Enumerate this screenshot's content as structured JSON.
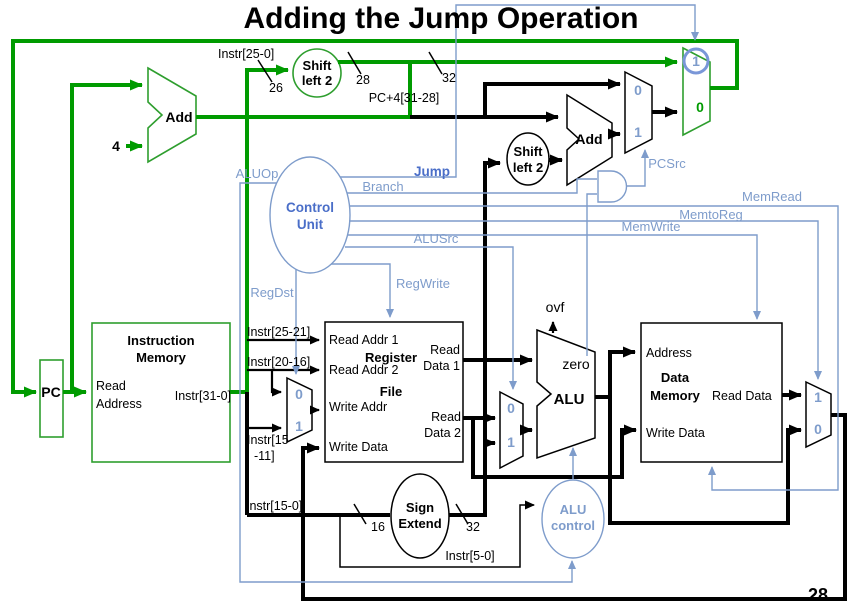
{
  "title": "Adding the Jump Operation",
  "page_number": "28",
  "colors": {
    "green": "#009b00",
    "blue_light": "#7e9ccb",
    "blue_bold": "#4a6ec8",
    "black": "#000000"
  },
  "mux": {
    "zero": "0",
    "one": "1"
  },
  "labels": {
    "instr_25_0": "Instr[25-0]",
    "w26": "26",
    "w28": "28",
    "w32_jump": "32",
    "pc4_31_28": "PC+4[31-28]",
    "shift_l1": "Shift",
    "shift_l2": "left 2",
    "add": "Add",
    "four": "4",
    "pc": "PC",
    "im_1": "Instruction",
    "im_2": "Memory",
    "read": "Read",
    "address": "Address",
    "instr_31_0": "Instr[31-0]",
    "instr_25_21": "Instr[25-21]",
    "instr_20_16": "Instr[20-16]",
    "instr_15_11a": "Instr[15",
    "instr_15_11b": "-11]",
    "instr_15_0": "Instr[15-0]",
    "w16": "16",
    "w32_se": "32",
    "instr_5_0": "Instr[5-0]",
    "sign": "Sign",
    "extend": "Extend",
    "rf_read_addr_1": "Read Addr 1",
    "rf_register": "Register",
    "rf_read": "Read",
    "rf_data_1": "Data 1",
    "rf_read_addr_2": "Read Addr 2",
    "rf_file": "File",
    "rf_write_addr": "Write Addr",
    "rf_data_2": "Data 2",
    "rf_write_data": "Write Data",
    "ovf": "ovf",
    "zero": "zero",
    "alu": "ALU",
    "alu_ctrl_1": "ALU",
    "alu_ctrl_2": "control",
    "dm_address": "Address",
    "dm_data": "Data",
    "dm_memory": "Memory",
    "dm_read_data": "Read Data",
    "dm_write_data": "Write Data",
    "control_1": "Control",
    "control_2": "Unit"
  },
  "signals": {
    "jump": "Jump",
    "branch": "Branch",
    "mem_read": "MemRead",
    "memto_reg": "MemtoReg",
    "mem_write": "MemWrite",
    "alu_src": "ALUSrc",
    "reg_write": "RegWrite",
    "reg_dst": "RegDst",
    "alu_op": "ALUOp",
    "pc_src": "PCSrc"
  }
}
